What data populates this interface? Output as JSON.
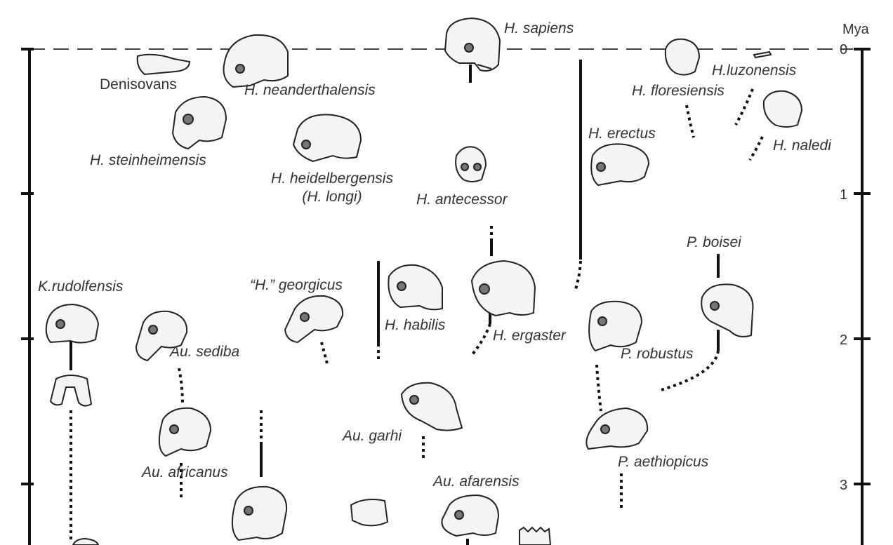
{
  "axis": {
    "unit": "Mya",
    "ticks": [
      "0",
      "1",
      "2",
      "3"
    ]
  },
  "species": {
    "sapiens": "H. sapiens",
    "denisovans": "Denisovans",
    "neanderthalensis": "H. neanderthalensis",
    "steinheimensis": "H. steinheimensis",
    "heidelbergensis": "H. heidelbergensis",
    "longi": "(H. longi)",
    "antecessor": "H. antecessor",
    "erectus": "H. erectus",
    "floresiensis": "H. floresiensis",
    "luzonensis": "H.luzonensis",
    "naledi": "H. naledi",
    "boisei": "P. boisei",
    "rudolfensis": "K.rudolfensis",
    "georgicus": "“H.” georgicus",
    "habilis": "H. habilis",
    "ergaster": "H. ergaster",
    "sediba": "Au. sediba",
    "robustus": "P. robustus",
    "garhi": "Au. garhi",
    "africanus": "Au. africanus",
    "aethiopicus": "P. aethiopicus",
    "afarensis": "Au. afarensis"
  }
}
